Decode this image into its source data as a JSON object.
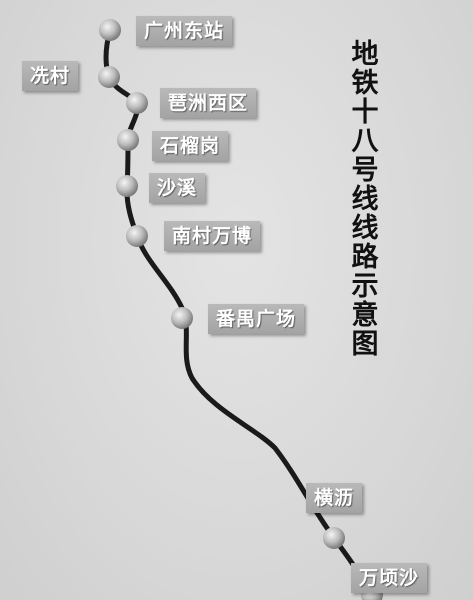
{
  "title": "地铁十八号线线路示意图",
  "colors": {
    "background": "#d9d9d9",
    "line": "#1a1a1a",
    "label_bg": "#adadad",
    "label_text": "#ffffff",
    "station_dot": "#bcbcbc"
  },
  "stations": [
    {
      "id": "guangzhou-east",
      "name": "广州东站"
    },
    {
      "id": "xiancun",
      "name": "冼村"
    },
    {
      "id": "pazhou-west",
      "name": "琶洲西区"
    },
    {
      "id": "shiliugang",
      "name": "石榴岗"
    },
    {
      "id": "shaxi",
      "name": "沙溪"
    },
    {
      "id": "nancun-wanbo",
      "name": "南村万博"
    },
    {
      "id": "panyu-square",
      "name": "番禺广场"
    },
    {
      "id": "hengli",
      "name": "横沥"
    },
    {
      "id": "wanqingsha",
      "name": "万顷沙"
    }
  ]
}
